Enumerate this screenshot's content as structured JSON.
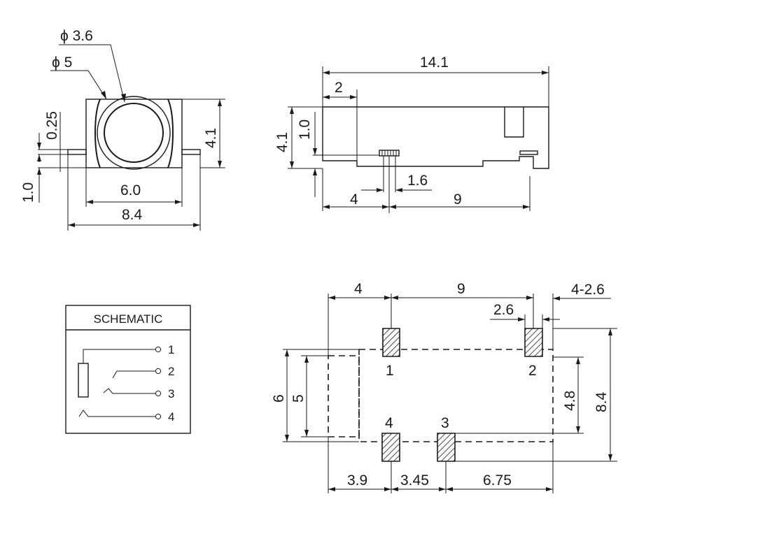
{
  "front_view": {
    "phi_inner": "ϕ 3.6",
    "phi_outer": "ϕ 5",
    "dim_thickness": "0.25",
    "dim_offset": "1.0",
    "dim_width": "6.0",
    "dim_total_width": "8.4",
    "dim_height": "4.1"
  },
  "side_view": {
    "dim_length": "14.1",
    "dim_front": "2",
    "dim_height": "4.1",
    "dim_inner": "1.0",
    "dim_pin": "1.6",
    "dim_a": "4",
    "dim_b": "9"
  },
  "schematic": {
    "title": "SCHEMATIC",
    "pins": [
      "1",
      "2",
      "3",
      "4"
    ]
  },
  "footprint": {
    "dim_top_a": "4",
    "dim_top_b": "9",
    "dim_pad_w": "4-2.6",
    "dim_pad_gap": "2.6",
    "dim_left_outer": "6",
    "dim_left_inner": "5",
    "dim_right_inner": "4.8",
    "dim_right_outer": "8.4",
    "dim_bottom_a": "3.9",
    "dim_bottom_b": "3.45",
    "dim_bottom_c": "6.75",
    "pad_labels": [
      "1",
      "2",
      "3",
      "4"
    ]
  }
}
